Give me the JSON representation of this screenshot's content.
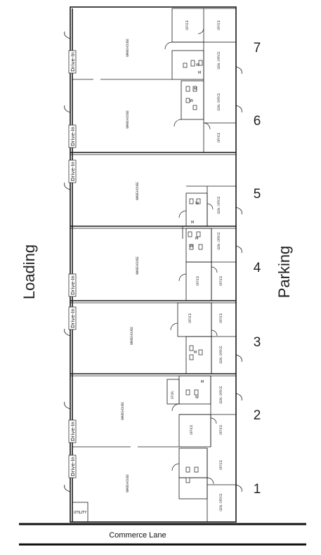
{
  "side_labels": {
    "left": "Loading",
    "right": "Parking"
  },
  "street": "Commerce Lane",
  "utility": "UTILITY",
  "drive_in": "Drive-In",
  "wc": {
    "women": "W",
    "men": "M"
  },
  "units": [
    {
      "number": "7",
      "warehouse": "WAREHOUSE",
      "offices": [
        "OFFICE",
        "OFFICE",
        "GEN. OFFICE"
      ]
    },
    {
      "number": "6",
      "warehouse": "WAREHOUSE",
      "offices": [
        "GEN. OFFICE",
        "OFFICE"
      ]
    },
    {
      "number": "5",
      "warehouse": "WAREHOUSE",
      "offices": [
        "GEN. OFFICE",
        "GEN. OFFICE"
      ]
    },
    {
      "number": "4",
      "warehouse": "WAREHOUSE",
      "offices": [
        "OFFICE",
        "OFFICE"
      ]
    },
    {
      "number": "3",
      "warehouse": "WAREHOUSE",
      "offices": [
        "OFFICE",
        "OFFICE",
        "GEN. OFFICE"
      ]
    },
    {
      "number": "2",
      "warehouse": "WAREHOUSE",
      "offices": [
        "STOR.",
        "GEN. OFFICE",
        "OFFICE",
        "OFFICE"
      ]
    },
    {
      "number": "1",
      "warehouse": "WAREHOUSE",
      "offices": [
        "OFFICE",
        "GEN. OFFICE"
      ]
    }
  ]
}
